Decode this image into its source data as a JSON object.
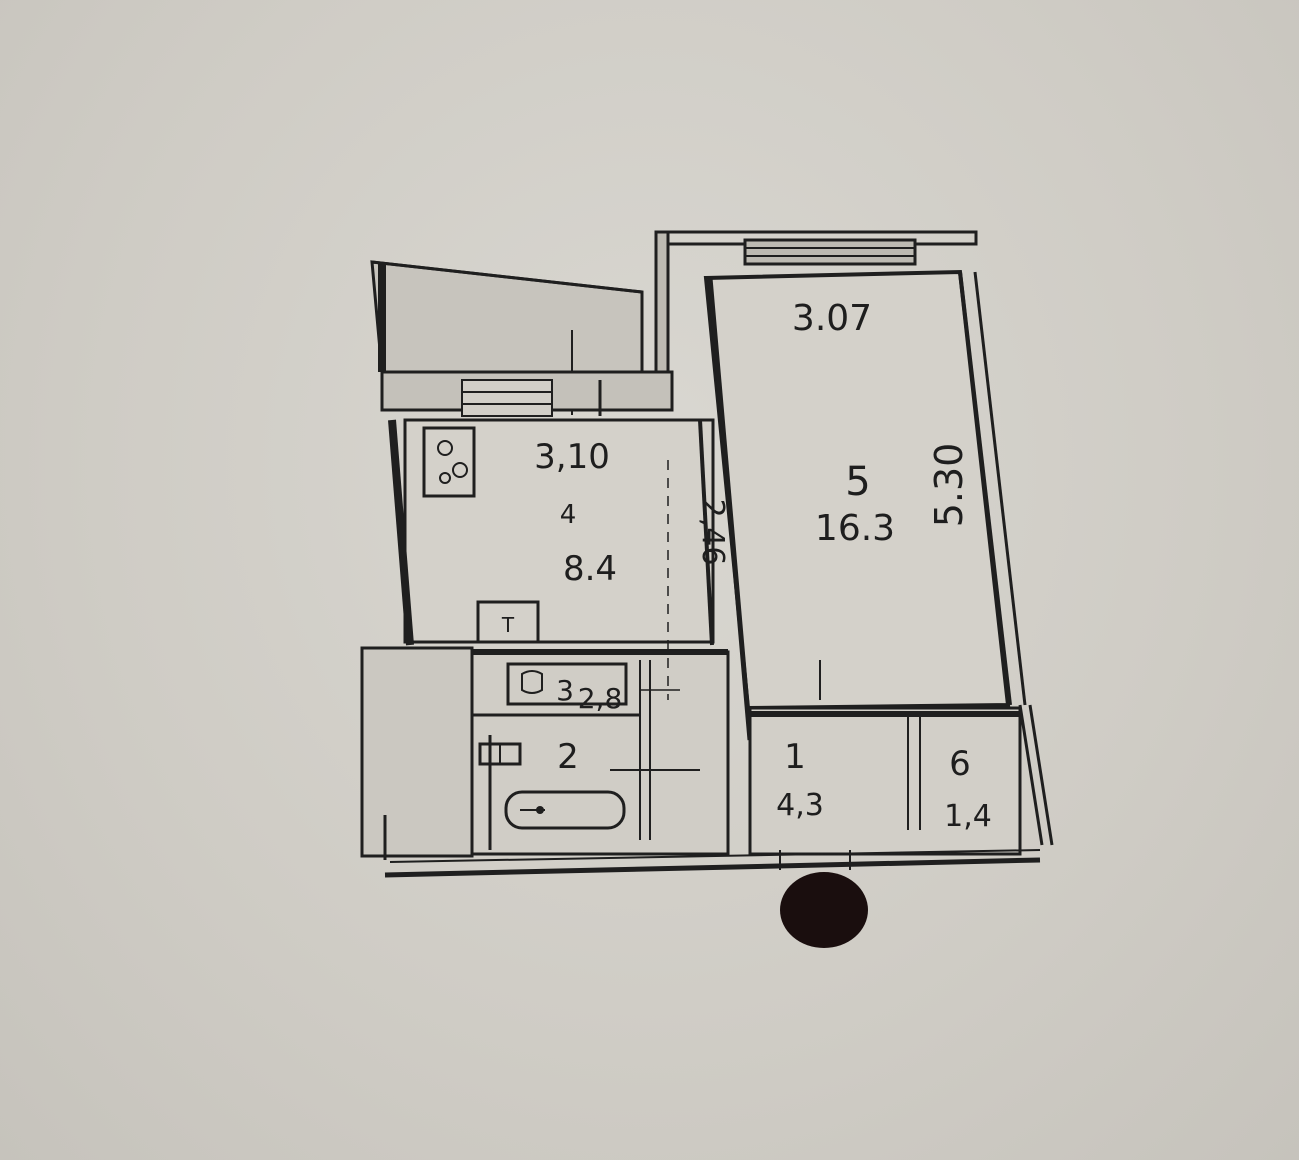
{
  "plan": {
    "rooms": [
      {
        "id": "room-1",
        "number": "1",
        "area": "4,3"
      },
      {
        "id": "room-2",
        "number": "2",
        "area": ""
      },
      {
        "id": "room-3",
        "number": "3",
        "area": "2,8"
      },
      {
        "id": "room-4",
        "number": "4",
        "area": "8.4"
      },
      {
        "id": "room-5",
        "number": "5",
        "area": "16.3"
      },
      {
        "id": "room-6",
        "number": "6",
        "area": "1,4"
      }
    ],
    "dimensions": {
      "room5_width": "3.07",
      "room5_length": "5.30",
      "room4_width": "3,10",
      "room4_length": "2,46"
    },
    "symbols": {
      "stove": "stove-icon",
      "shaft": "T",
      "bathtub": "bathtub-icon",
      "washbasin": "washbasin-icon",
      "toilet": "toilet-icon"
    },
    "colors": {
      "paper": "#cfccc5",
      "ink": "#1f1f1f",
      "redaction": "#1a0e0e"
    }
  }
}
